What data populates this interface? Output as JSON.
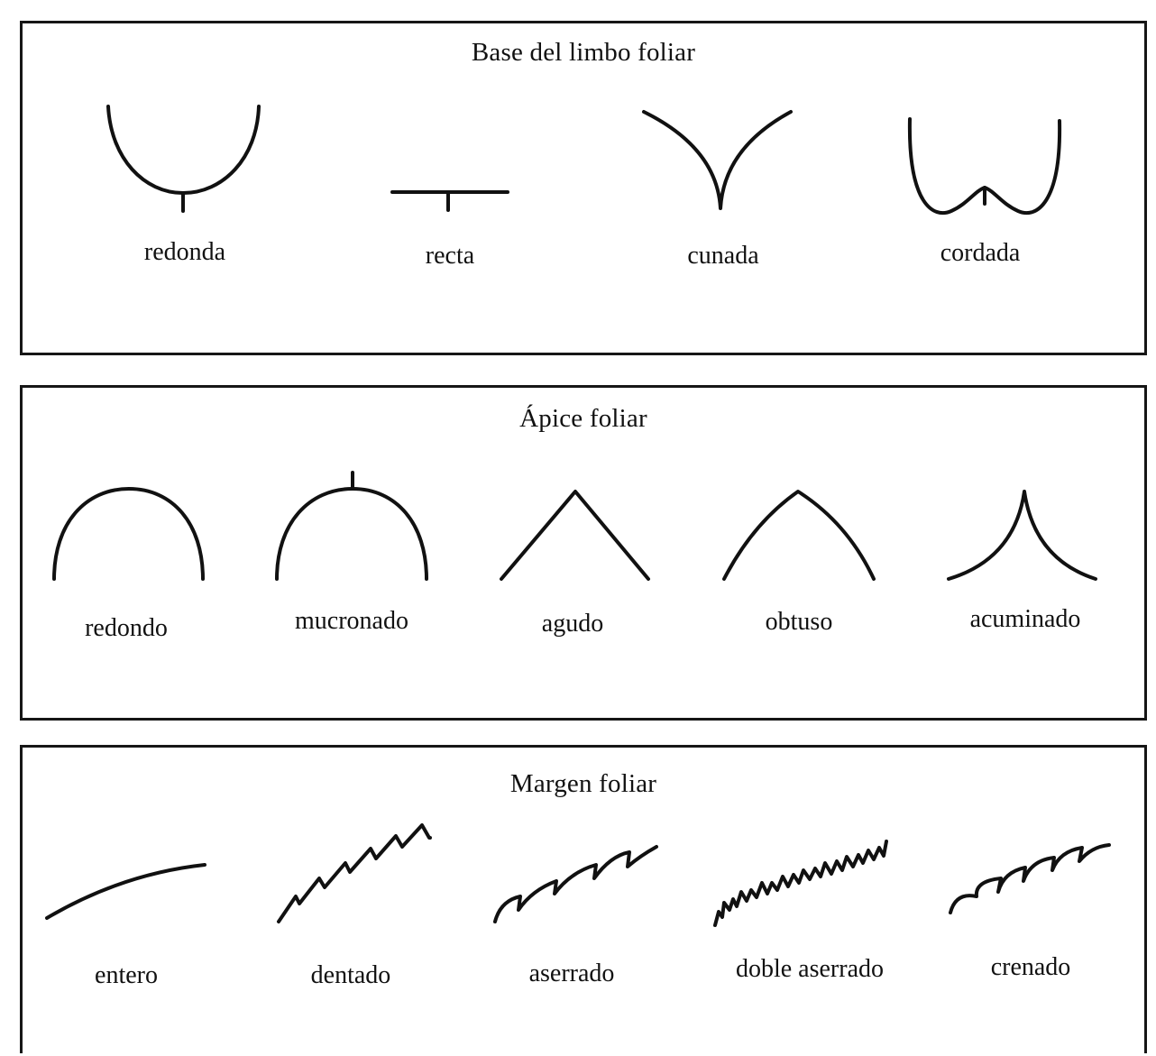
{
  "panels": {
    "base": {
      "title": "Base del limbo foliar",
      "items": [
        {
          "label": "redonda",
          "icon": "rounded-base-shape"
        },
        {
          "label": "recta",
          "icon": "straight-base-shape"
        },
        {
          "label": "cunada",
          "icon": "cuneate-base-shape"
        },
        {
          "label": "cordada",
          "icon": "cordate-base-shape"
        }
      ]
    },
    "apex": {
      "title": "Ápice foliar",
      "items": [
        {
          "label": "redondo",
          "icon": "rounded-apex-shape"
        },
        {
          "label": "mucronado",
          "icon": "mucronate-apex-shape"
        },
        {
          "label": "agudo",
          "icon": "acute-apex-shape"
        },
        {
          "label": "obtuso",
          "icon": "obtuse-apex-shape"
        },
        {
          "label": "acuminado",
          "icon": "acuminate-apex-shape"
        }
      ]
    },
    "margin": {
      "title": "Margen foliar",
      "items": [
        {
          "label": "entero",
          "icon": "entire-margin-shape"
        },
        {
          "label": "dentado",
          "icon": "dentate-margin-shape"
        },
        {
          "label": "aserrado",
          "icon": "serrate-margin-shape"
        },
        {
          "label": "doble aserrado",
          "icon": "double-serrate-margin-shape"
        },
        {
          "label": "crenado",
          "icon": "crenate-margin-shape"
        }
      ]
    }
  }
}
